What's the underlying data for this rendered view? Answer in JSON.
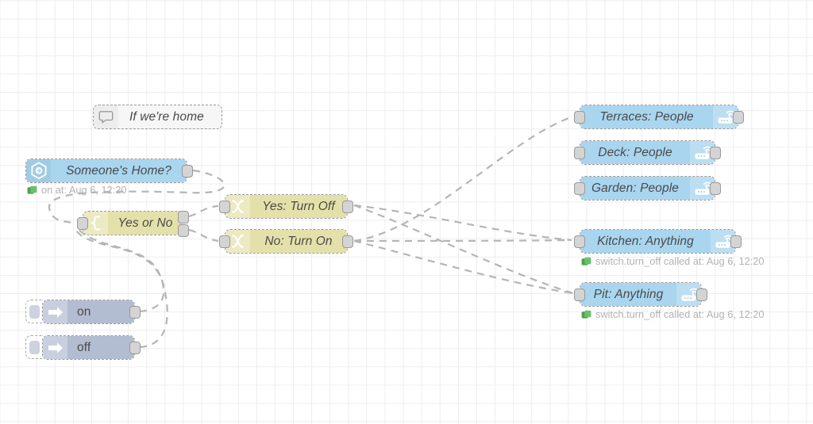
{
  "app": {
    "name": "node-red-flow-editor",
    "canvas_label": "flow-canvas"
  },
  "colors": {
    "node_blue": "#a9d5ef",
    "node_yellow": "#e4e0a9",
    "node_grayblue": "#b3bdd1",
    "comment_gray": "#f6f6f6",
    "wire": "#b5b5b5",
    "grid": "#ededed",
    "status_green": "#4aa14a",
    "status_text": "#b3b3b3",
    "label_text": "#4a4a4a"
  },
  "nodes": {
    "comment": {
      "label": "If we're home",
      "icon": "comment-bubble-icon"
    },
    "someones_home": {
      "label": "Someone's Home?",
      "icon": "hexagon-arrow-icon",
      "status": "on at: Aug 6, 12:20",
      "status_icon": "green-square-icon"
    },
    "yes_or_no": {
      "label": "Yes or No",
      "icon": "switch-icon"
    },
    "yes_turn_off": {
      "label": "Yes: Turn Off",
      "icon": "shuffle-icon"
    },
    "no_turn_on": {
      "label": "No: Turn On",
      "icon": "shuffle-icon"
    },
    "inject_on": {
      "label": "on",
      "icon": "inject-arrow-icon",
      "button": "inject-button"
    },
    "inject_off": {
      "label": "off",
      "icon": "inject-arrow-icon",
      "button": "inject-button"
    },
    "terraces": {
      "label": "Terraces: People",
      "icon": "router-icon"
    },
    "deck": {
      "label": "Deck: People",
      "icon": "router-icon"
    },
    "garden": {
      "label": "Garden: People",
      "icon": "router-icon"
    },
    "kitchen": {
      "label": "Kitchen: Anything",
      "icon": "router-icon",
      "status": "switch.turn_off called at: Aug 6, 12:20",
      "status_icon": "green-square-icon"
    },
    "pit": {
      "label": "Pit: Anything",
      "icon": "router-icon",
      "status": "switch.turn_off called at: Aug 6, 12:20",
      "status_icon": "green-square-icon"
    }
  }
}
